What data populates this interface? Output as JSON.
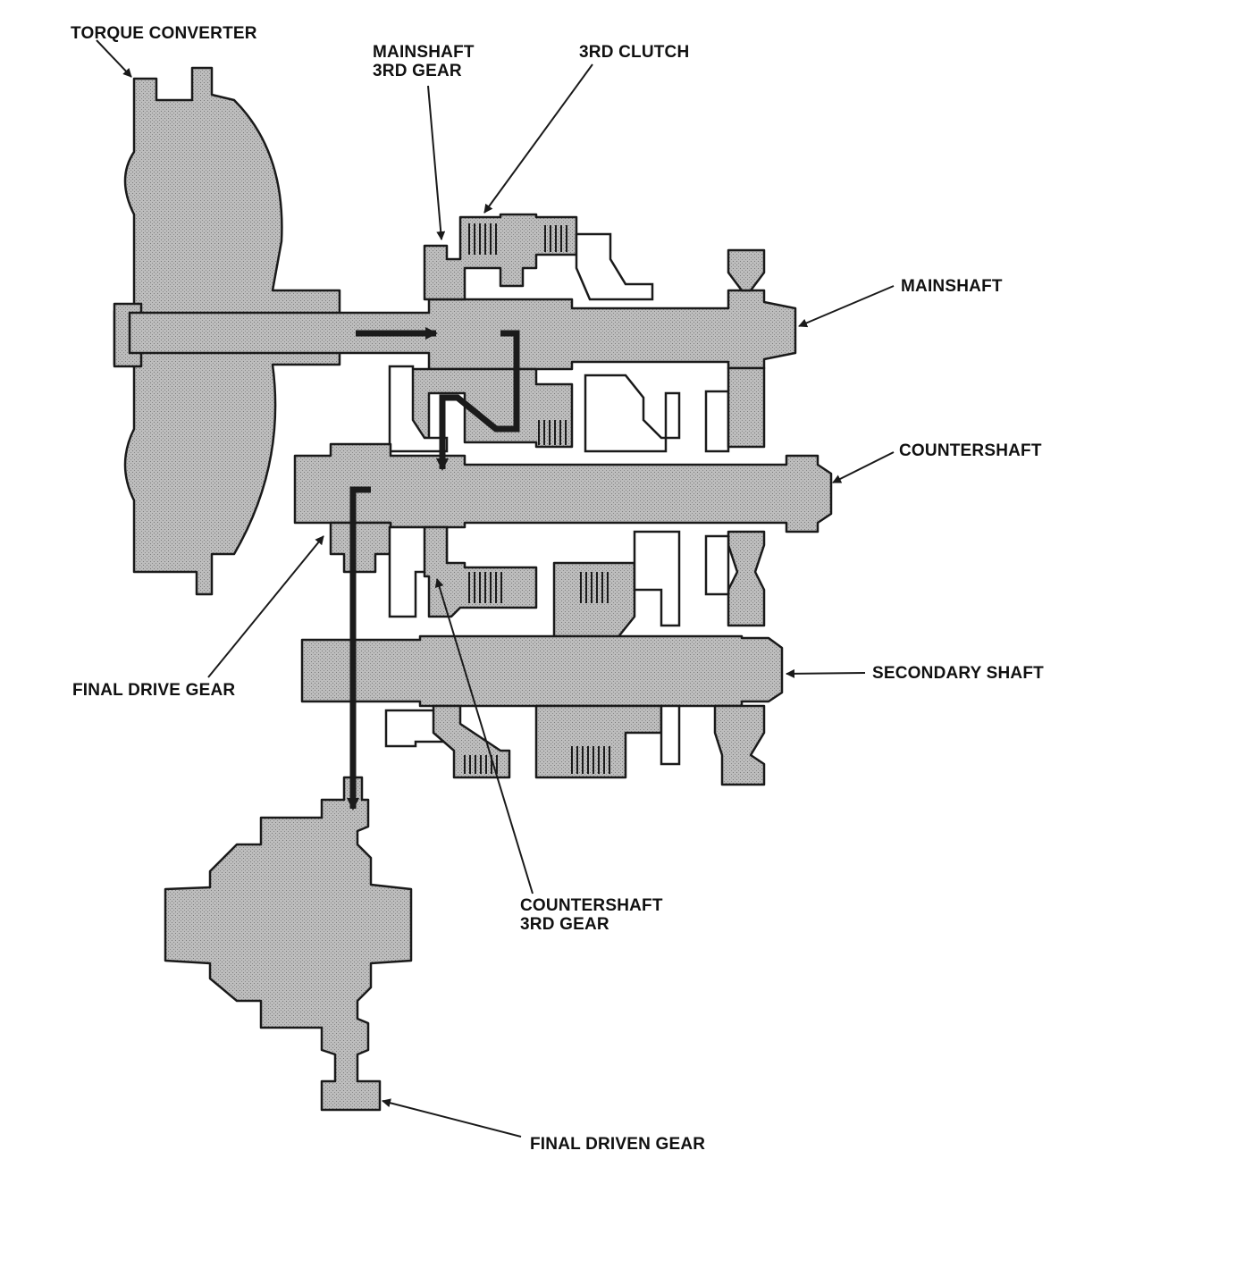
{
  "labels": {
    "torque_converter": "TORQUE CONVERTER",
    "mainshaft_3rd_gear_line1": "MAINSHAFT",
    "mainshaft_3rd_gear_line2": "3RD GEAR",
    "third_clutch": "3RD CLUTCH",
    "mainshaft": "MAINSHAFT",
    "countershaft": "COUNTERSHAFT",
    "secondary_shaft": "SECONDARY SHAFT",
    "final_drive_gear": "FINAL DRIVE GEAR",
    "countershaft_3rd_gear_line1": "COUNTERSHAFT",
    "countershaft_3rd_gear_line2": "3RD GEAR",
    "final_driven_gear": "FINAL DRIVEN GEAR"
  },
  "colors": {
    "part_fill": "#b9b9b9",
    "line": "#1a1a1a",
    "power_flow": "#1b1b1b"
  }
}
